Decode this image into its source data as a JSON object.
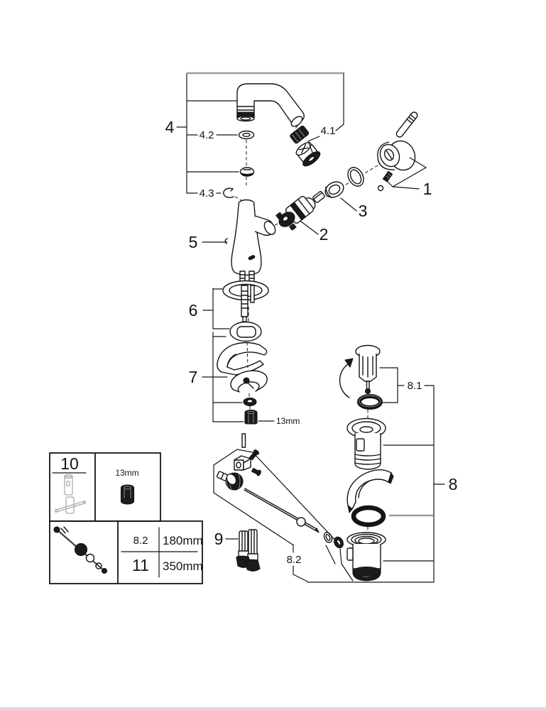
{
  "figure": {
    "title": "faucet exploded parts diagram",
    "callouts": {
      "c1": "1",
      "c2": "2",
      "c3": "3",
      "c4": "4",
      "c4_1": "4.1",
      "c4_2": "4.2",
      "c4_3": "4.3",
      "c5": "5",
      "c6": "6",
      "c7": "7",
      "c8": "8",
      "c8_1": "8.1",
      "c8_2": "8.2",
      "c9": "9"
    },
    "annotations": {
      "nut_wrench_size": "13mm"
    },
    "info_box": {
      "tool_number": "10",
      "socket_size": "13mm",
      "length_table": {
        "rows": [
          {
            "part": "8.2",
            "length": "180mm"
          },
          {
            "part": "11",
            "length": "350mm"
          }
        ]
      }
    },
    "colors": {
      "line": "#141414",
      "construction_gray": "#9c9c9c",
      "tool_gray": "#aaaaaa",
      "footer_bar": "#dcdcdc"
    }
  }
}
